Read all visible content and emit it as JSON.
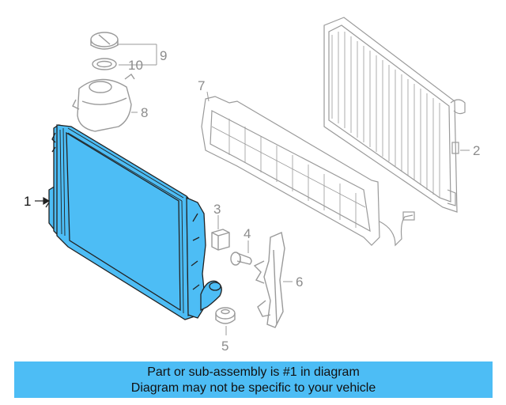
{
  "colors": {
    "highlight": "#4dbdf5",
    "line_gray": "#9a9a9a",
    "line_dark": "#222222",
    "banner_bg": "#4dbdf5"
  },
  "callouts": {
    "c1": "1",
    "c2": "2",
    "c3": "3",
    "c4": "4",
    "c5": "5",
    "c6": "6",
    "c7": "7",
    "c8": "8",
    "c9": "9",
    "c10": "10"
  },
  "highlighted_part": "intercooler",
  "banner": {
    "line1": "Part or sub-assembly is #1 in diagram",
    "line2": "Diagram may not be specific to your vehicle"
  }
}
